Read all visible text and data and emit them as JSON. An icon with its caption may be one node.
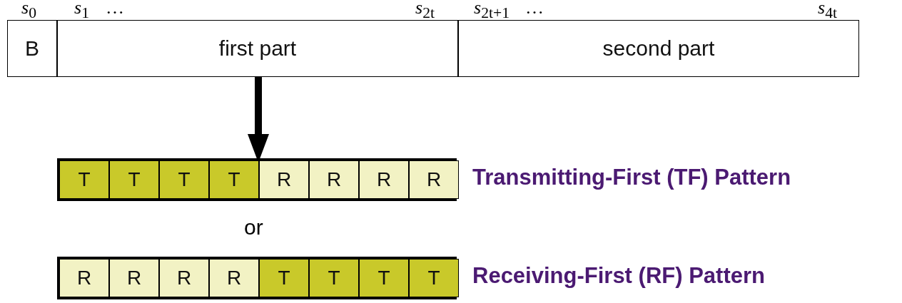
{
  "diagram": {
    "nodes": [
      {
        "text": [
          "B"
        ]
      },
      {
        "text": [
          "first part"
        ]
      },
      {
        "text": [
          "second part"
        ]
      },
      {
        "text": [],
        "shape": "bar",
        "beside": [
          "Transmitting-First (TF) Pattern"
        ]
      },
      {
        "text": [
          "T"
        ],
        "in": 3
      },
      {
        "text": [
          "T"
        ],
        "in": 3
      },
      {
        "text": [
          "T"
        ],
        "in": 3
      },
      {
        "text": [
          "T"
        ],
        "in": 3
      },
      {
        "text": [
          "R"
        ],
        "in": 3
      },
      {
        "text": [
          "R"
        ],
        "in": 3
      },
      {
        "text": [
          "R"
        ],
        "in": 3
      },
      {
        "text": [
          "R"
        ],
        "in": 3
      },
      {
        "text": [],
        "shape": "bar",
        "beside": [
          "Receiving-First (RF) Pattern"
        ]
      },
      {
        "text": [
          "R"
        ],
        "in": 12
      },
      {
        "text": [
          "R"
        ],
        "in": 12
      },
      {
        "text": [
          "R"
        ],
        "in": 12
      },
      {
        "text": [
          "R"
        ],
        "in": 12
      },
      {
        "text": [
          "T"
        ],
        "in": 12
      },
      {
        "text": [
          "T"
        ],
        "in": 12
      },
      {
        "text": [
          "T"
        ],
        "in": 12
      },
      {
        "text": [
          "T"
        ],
        "in": 12
      }
    ],
    "edges": [
      {
        "from": 1,
        "to": 3,
        "arrow": "to"
      }
    ],
    "labels": [
      "*s*$_{0}$",
      "*s*$_{1}$",
      "…",
      "*s*$_{2t}$",
      "*s*$_{2t+1}$",
      "…",
      "*s*$_{4t}$",
      "or"
    ]
  }
}
